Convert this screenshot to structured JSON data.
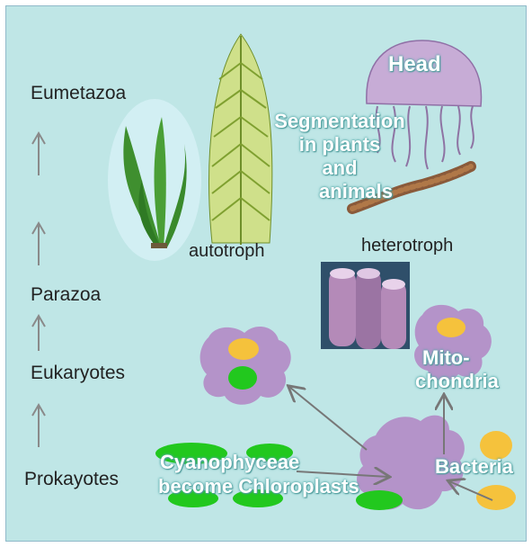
{
  "stages": {
    "eumetazoa": "Eumetazoa",
    "parazoa": "Parazoa",
    "eukaryotes": "Eukaryotes",
    "prokaryotes": "Prokayotes"
  },
  "labels": {
    "autotroph": "autotroph",
    "heterotroph": "heterotroph",
    "head": "Head",
    "segmentation_line1": "Segmentation",
    "segmentation_line2": "in plants",
    "segmentation_line3": "and",
    "segmentation_line4": "animals",
    "mito_line1": "Mito-",
    "mito_line2": "chondria",
    "bacteria": "Bacteria",
    "cyano_line1": "Cyanophyceae",
    "cyano_line2": "become Chloroplasts"
  },
  "colors": {
    "background": "#bfe6e6",
    "cell": "#b493c9",
    "nucleus_yellow": "#f5c23c",
    "chloroplast_green": "#22c81e",
    "arrow": "#777777"
  },
  "icons": [
    "seaweed-icon",
    "conifer-plant-icon",
    "jellyfish-icon",
    "worm-icon",
    "sponge-icon"
  ]
}
